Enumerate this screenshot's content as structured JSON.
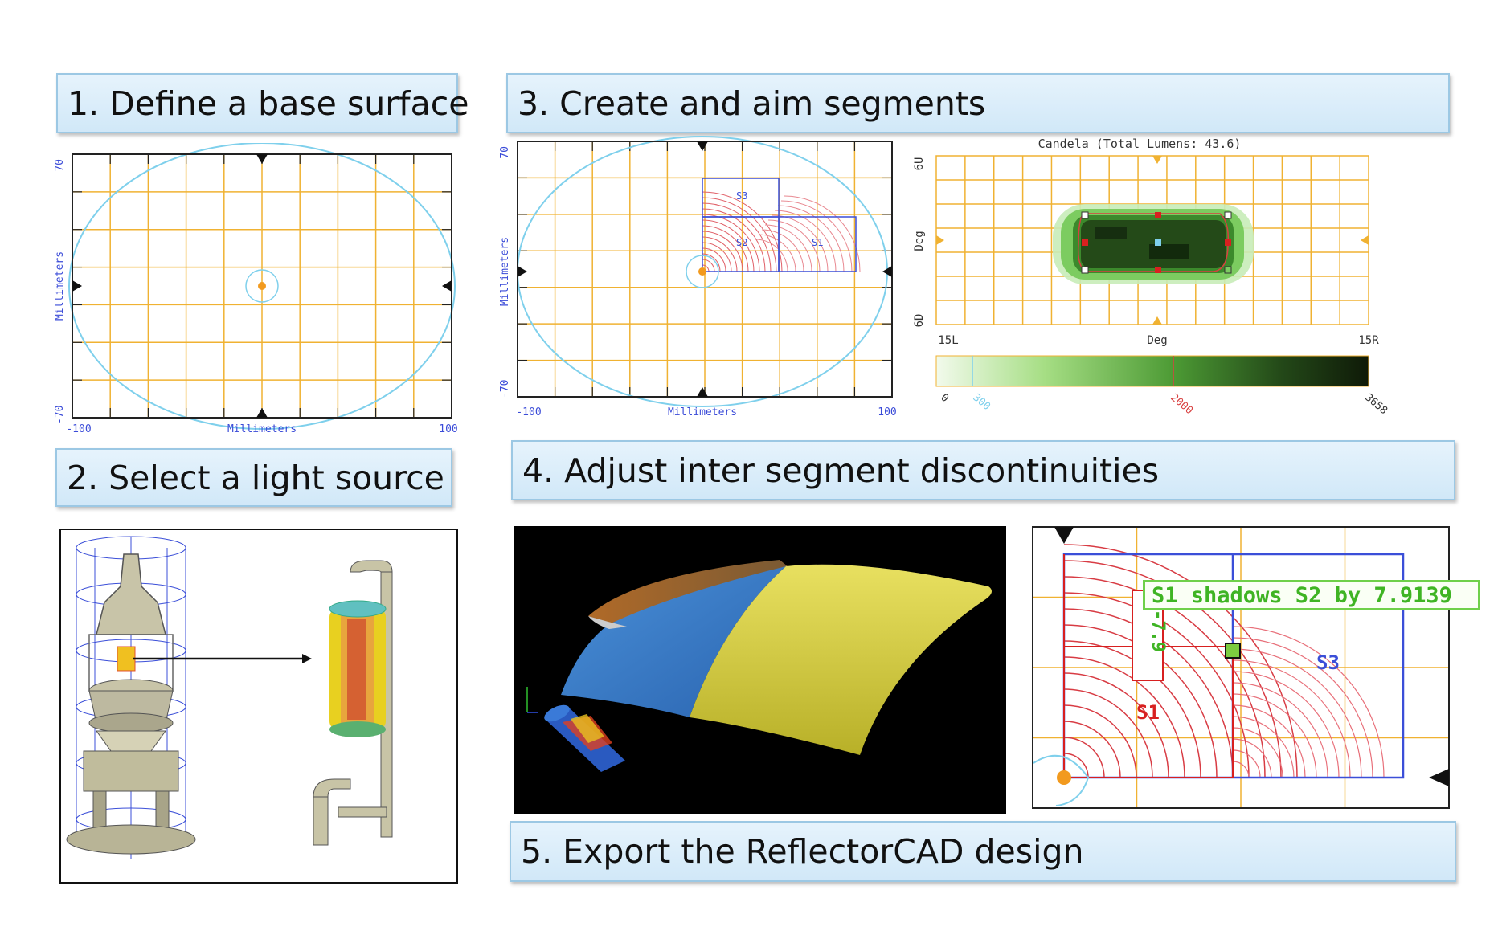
{
  "steps": {
    "s1": "1. Define a base surface",
    "s2": "2. Select a light source",
    "s3": "3. Create and aim segments",
    "s4": "4. Adjust inter segment discontinuities",
    "s5": "5. Export the ReflectorCAD design"
  },
  "plot1": {
    "ymax": "70",
    "ymin": "-70",
    "xmin": "-100",
    "xmax": "100",
    "xlabel": "Millimeters",
    "ylabel": "Millimeters"
  },
  "plot2": {
    "ymax": "70",
    "ymin": "-70",
    "xmin": "-100",
    "xmax": "100",
    "xlabel": "Millimeters",
    "ylabel": "Millimeters",
    "segments": [
      "S3",
      "S2",
      "S1"
    ]
  },
  "candela": {
    "title": "Candela (Total Lumens: 43.6)",
    "ytop": "6U",
    "ymid": "Deg",
    "ybot": "6D",
    "xleft": "15L",
    "xmid": "Deg",
    "xright": "15R",
    "scale": [
      "0",
      "300",
      "2000",
      "3658"
    ],
    "colors": {
      "scale_low": "#eef8e6",
      "scale_high": "#0f1a08",
      "grid": "#f0b232"
    }
  },
  "zoom": {
    "tag": "S1 shadows S2 by 7.9139",
    "measure": "-7.9",
    "s1": "S1",
    "s3": "S3"
  },
  "colors": {
    "grid": "#f0b232",
    "ellipse": "#7fd0ec",
    "axis_text": "#3a4bd8",
    "segment": "#3b4fd8",
    "contour": "#d8383c"
  }
}
